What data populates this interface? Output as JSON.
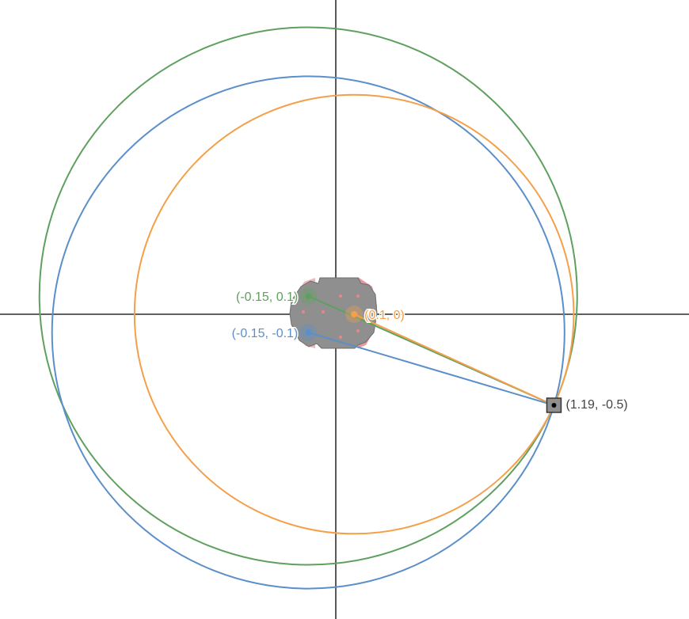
{
  "axes": {
    "grid": false,
    "x_axis": true,
    "y_axis": true
  },
  "points": [
    {
      "id": "green",
      "label": "(-0.15, 0.1)",
      "x": -0.15,
      "y": 0.1,
      "color": "#5fa05f"
    },
    {
      "id": "blue",
      "label": "(-0.15, -0.1)",
      "x": -0.15,
      "y": -0.1,
      "color": "#5b8fc9"
    },
    {
      "id": "orange",
      "label": "(0.1, 0)",
      "x": 0.1,
      "y": 0,
      "color": "#f4a04a"
    },
    {
      "id": "target",
      "label": "(1.19, -0.5)",
      "x": 1.19,
      "y": -0.5,
      "color": "#333333"
    }
  ],
  "circles": [
    {
      "center": "green",
      "through": "target",
      "color": "#5fa05f"
    },
    {
      "center": "blue",
      "through": "target",
      "color": "#5b8fc9"
    },
    {
      "center": "orange",
      "through": "target",
      "color": "#f4a04a"
    }
  ],
  "segments": [
    {
      "from": "green",
      "to": "target",
      "color": "#5fa05f"
    },
    {
      "from": "blue",
      "to": "target",
      "color": "#5b8fc9"
    },
    {
      "from": "orange",
      "to": "target",
      "color": "#f4a04a"
    }
  ],
  "robot": {
    "body_color": "#8f8f8f",
    "wheel_color": "#e8868c",
    "marker_color": "#e8868c"
  }
}
